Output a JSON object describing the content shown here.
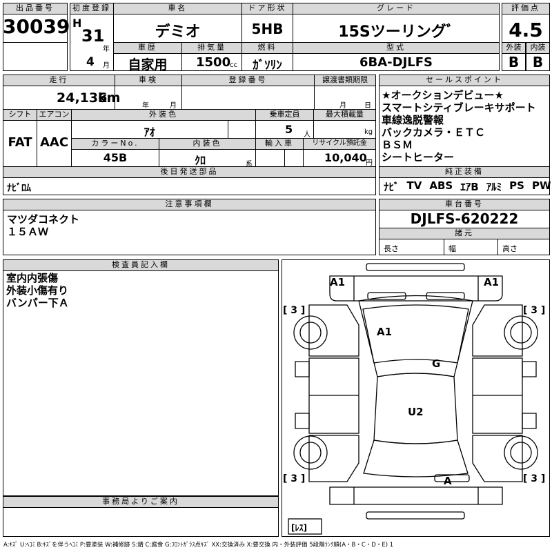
{
  "top": {
    "lot_label": "出品番号",
    "lot_value": "30039",
    "first_reg_label": "初度登録",
    "era": "H",
    "year_value": "31",
    "year_unit": "年",
    "month_value": "4",
    "month_unit": "月",
    "car_name_label": "車名",
    "car_name_value": "デミオ",
    "door_label": "ドア形状",
    "door_value": "5HB",
    "grade_label": "グレード",
    "grade_value": "15Sツーリングﾞ",
    "score_label": "評価点",
    "score_value": "4.5",
    "history_label": "車歴",
    "history_value": "自家用",
    "displacement_label": "排気量",
    "displacement_value": "1500",
    "displacement_unit": "cc",
    "fuel_label": "燃料",
    "fuel_value": "ｶﾞｿﾘﾝ",
    "model_label": "型式",
    "model_value": "6BA-DJLFS",
    "exterior_label": "外装",
    "exterior_value": "B",
    "interior_label": "内装",
    "interior_value": "B"
  },
  "second": {
    "mileage_label": "走行",
    "mileage_value": "24,136",
    "mileage_unit": "km",
    "inspection_label": "車検",
    "inspection_year_unit": "年",
    "inspection_month_unit": "月",
    "reg_no_label": "登録番号",
    "transfer_label": "譲渡書類期限",
    "transfer_month_unit": "月",
    "transfer_day_unit": "日",
    "shift_label": "シフト",
    "shift_value": "FAT",
    "aircon_label": "エアコン",
    "aircon_value": "AAC",
    "ext_color_label": "外装色",
    "ext_color_value": "ｱｵ",
    "capacity_label": "乗車定員",
    "capacity_value": "5",
    "capacity_unit": "人",
    "load_label": "最大積載量",
    "load_unit": "kg",
    "color_no_label": "カラーNo.",
    "color_no_value": "45B",
    "int_color_label": "内装色",
    "int_color_value": "ｸﾛ",
    "int_color_unit": "系",
    "import_label": "輸入車",
    "recycle_label": "リサイクル預託金",
    "recycle_value": "10,040",
    "recycle_unit": "円"
  },
  "sales_points": {
    "label": "セールスポイント",
    "lines": [
      "★オークションデビュー★",
      "スマートシティブレーキサポート",
      "車線逸脱警報",
      "バックカメラ・ＥＴＣ",
      "ＢＳＭ",
      "シートヒーター"
    ]
  },
  "later_parts": {
    "label": "後日発送部品",
    "value": "ﾅﾋﾞﾛﾑ"
  },
  "equipment": {
    "label": "純正装備",
    "items": [
      "ﾅﾋﾞ",
      "TV",
      "ABS",
      "ｴｱB",
      "ｱﾙﾐ",
      "PS",
      "PW"
    ]
  },
  "notes": {
    "label": "注意事項欄",
    "lines": [
      "マツダコネクト",
      "１５ＡＷ"
    ]
  },
  "chassis": {
    "label": "車台番号",
    "value": "DJLFS-620222",
    "dims_label": "諸元",
    "length_label": "長さ",
    "width_label": "幅",
    "height_label": "高さ"
  },
  "inspector": {
    "label": "検査員記入欄",
    "lines": [
      "室内内張傷",
      "外装小傷有り",
      "バンパー下Ａ"
    ]
  },
  "office": {
    "label": "事務局よりご案内"
  },
  "diagram": {
    "marks": [
      "A1",
      "A1",
      "A1",
      "G",
      "U2",
      "A"
    ],
    "tires": [
      "[ 3 ]",
      "[ 3 ]",
      "[ 3 ]",
      "[ 3 ]"
    ],
    "spare": "[ﾚｽ]"
  },
  "legend": "A:ｷｽﾞ U:ﾍｺﾐ B:ｷｽﾞを伴うﾍｺﾐ P:要塗装 W:補修跡 S:錆 C:腐食 G:ﾌﾛﾝﾄｶﾞﾗｽ点ｷｽﾞ XX:交換済み X:要交換  内・外装評価 5段階ﾗﾝｸ順(A・B・C・D・E) 1"
}
